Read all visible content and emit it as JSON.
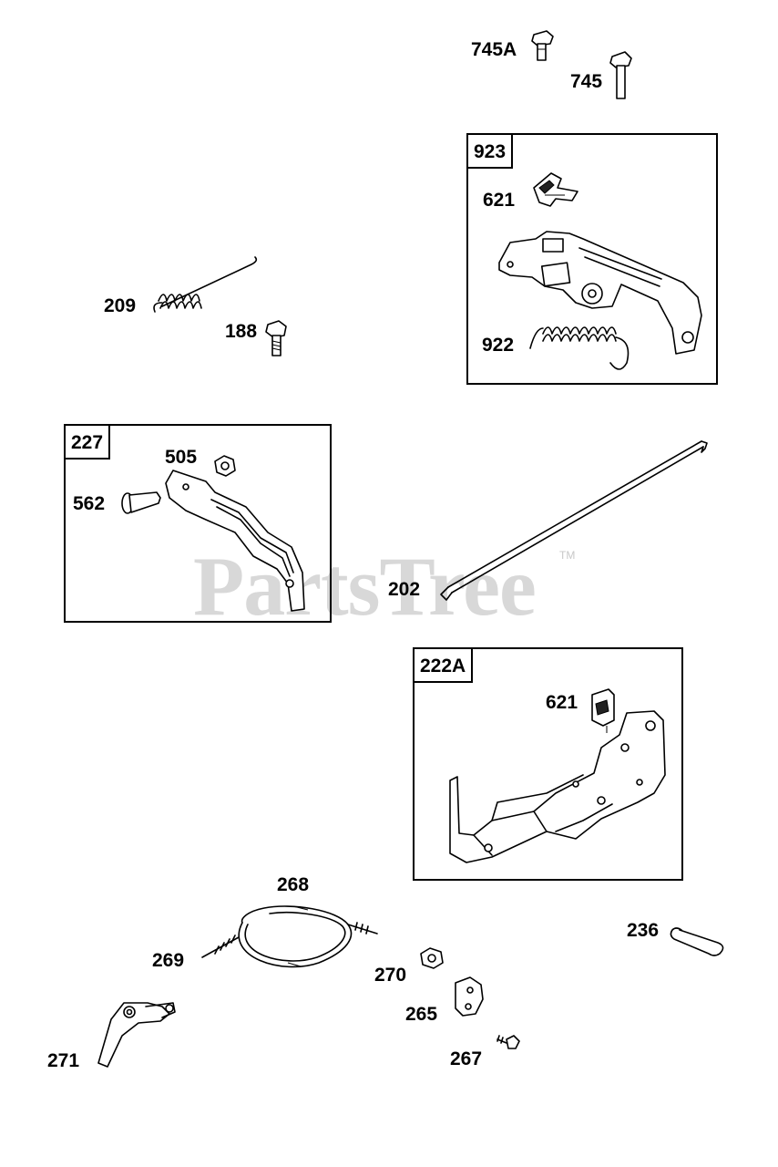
{
  "watermark": {
    "text": "PartsTree",
    "trademark": "TM"
  },
  "kits": [
    {
      "id": "923",
      "children": [
        "621",
        "922"
      ]
    },
    {
      "id": "227",
      "children": [
        "505",
        "562"
      ]
    },
    {
      "id": "222A",
      "children": [
        "621"
      ]
    }
  ],
  "labels": {
    "p745a": "745A",
    "p745": "745",
    "p923": "923",
    "p621_top": "621",
    "p922": "922",
    "p209": "209",
    "p188": "188",
    "p227": "227",
    "p505": "505",
    "p562": "562",
    "p202": "202",
    "p222a": "222A",
    "p621_bottom": "621",
    "p268": "268",
    "p236": "236",
    "p269": "269",
    "p270": "270",
    "p265": "265",
    "p271": "271",
    "p267": "267"
  }
}
